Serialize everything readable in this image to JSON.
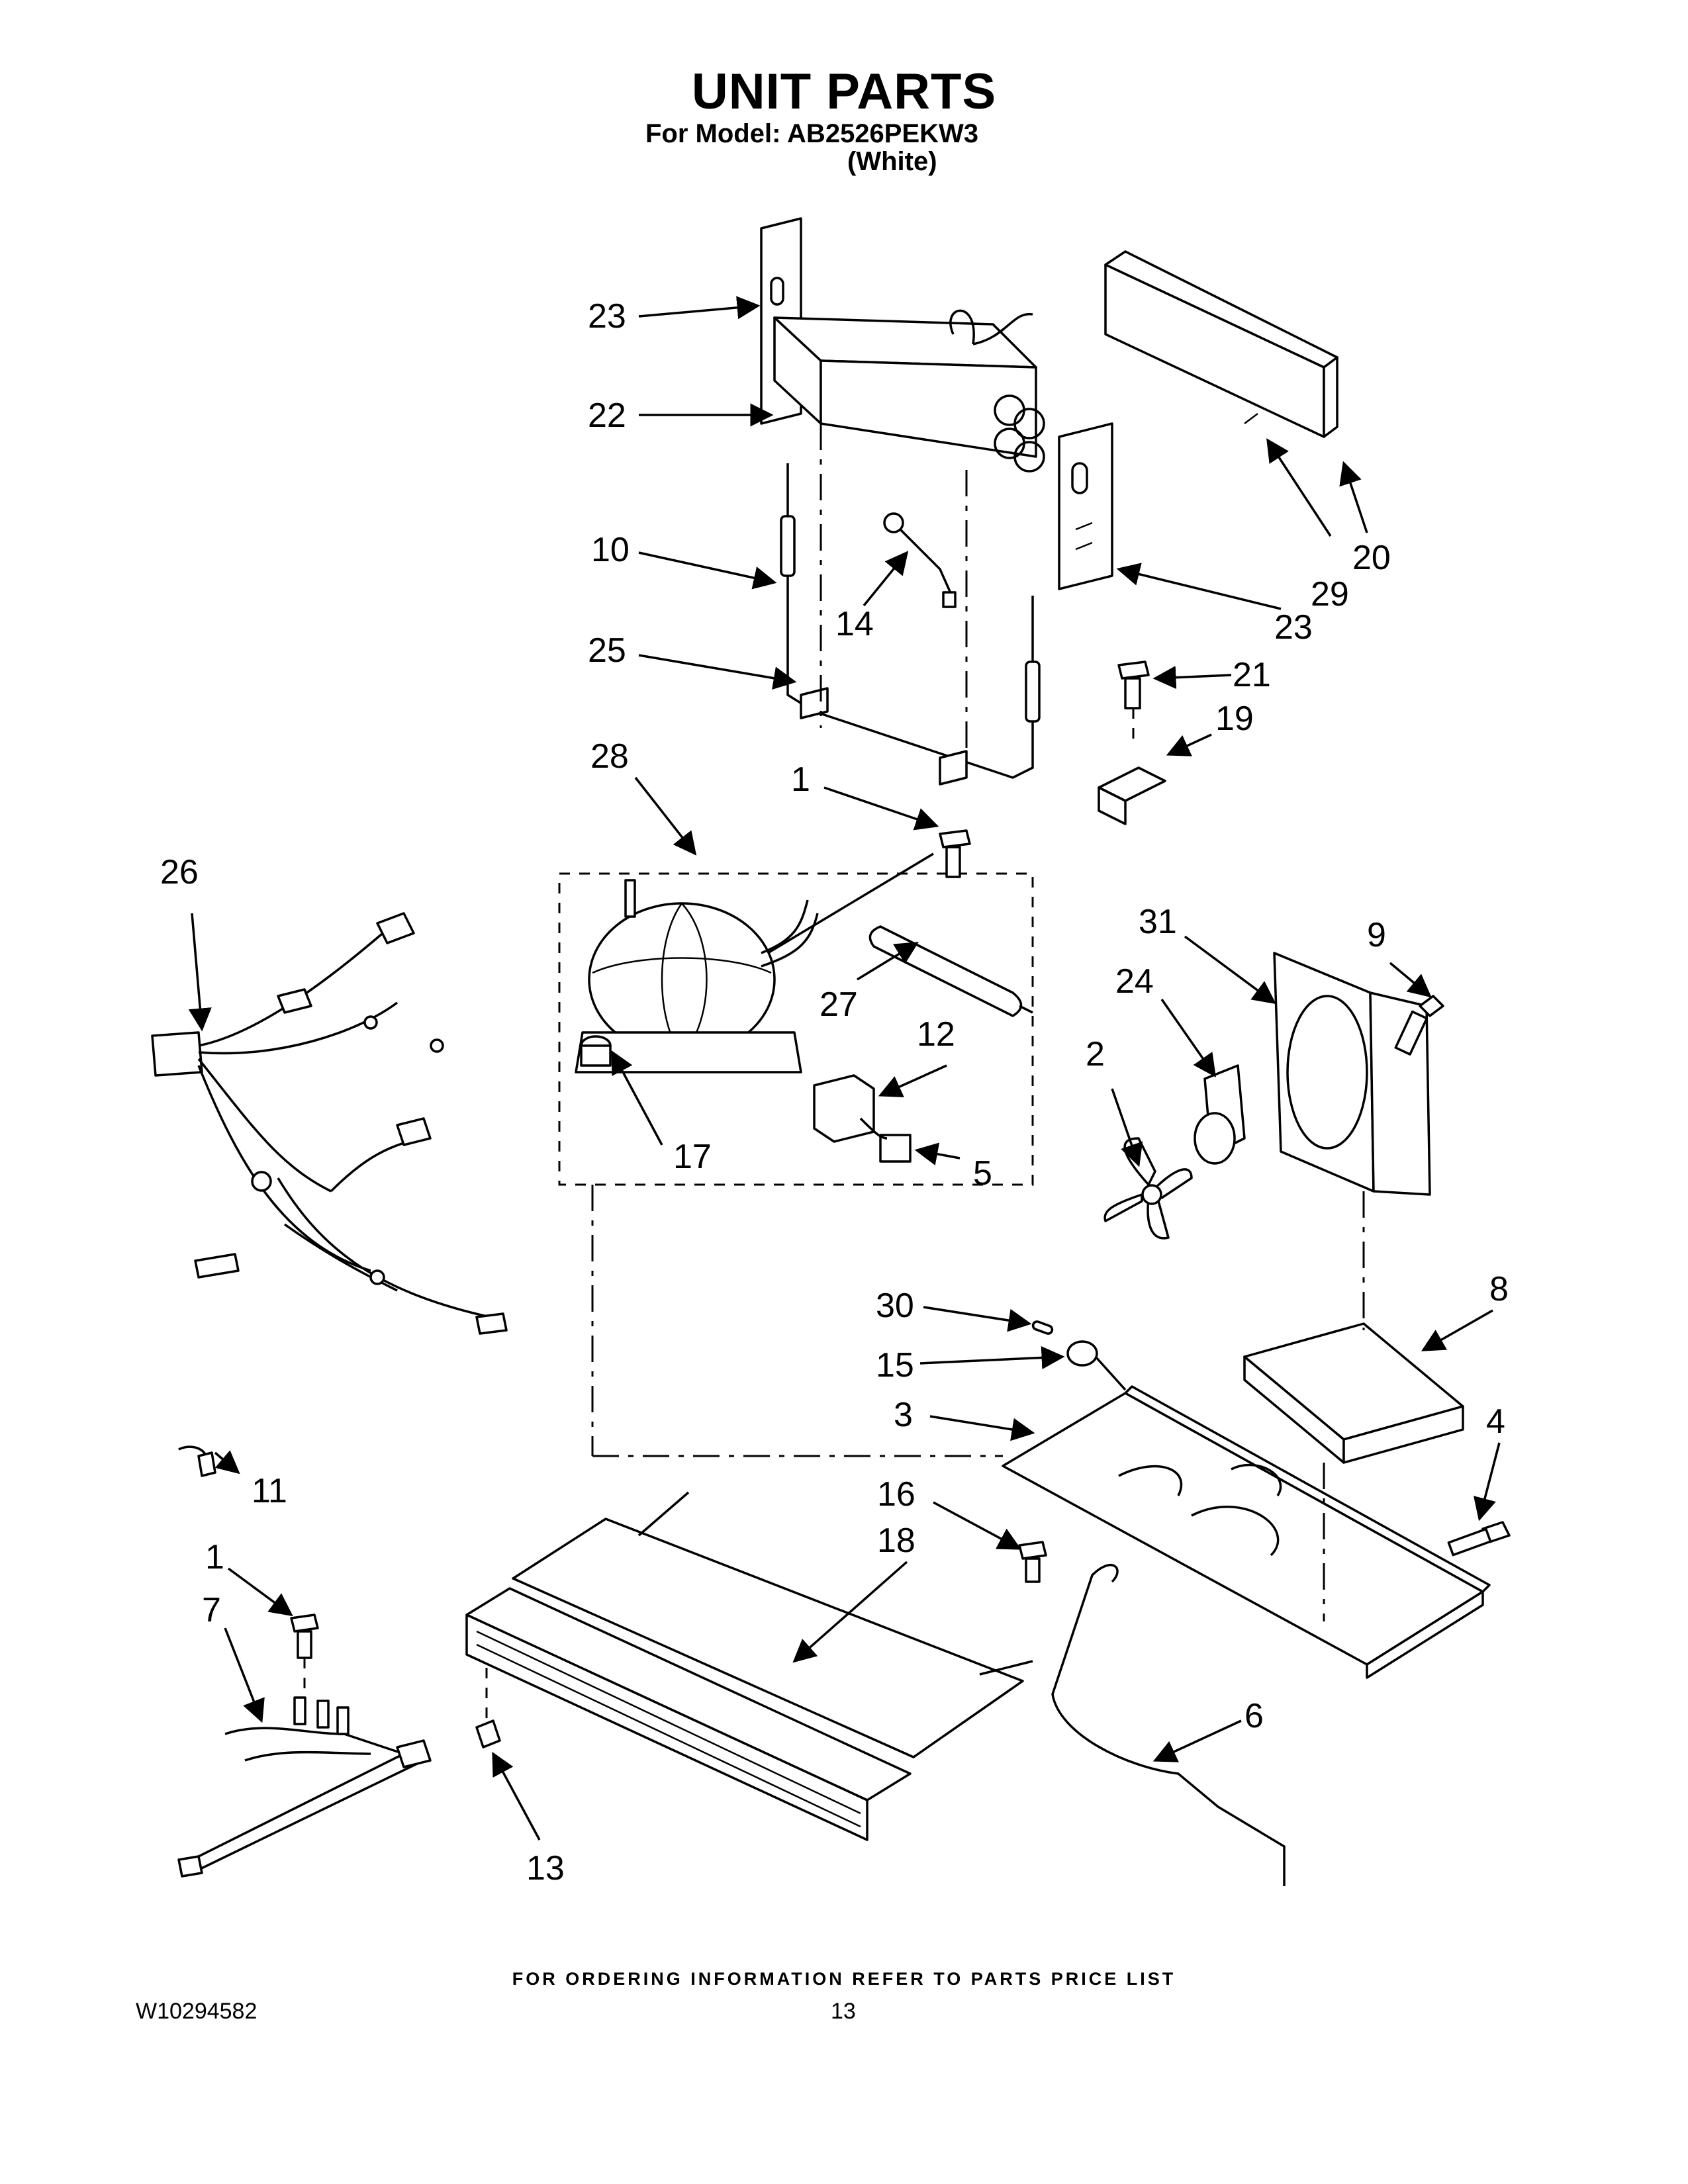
{
  "header": {
    "title": "UNIT PARTS",
    "model_line": "For Model: AB2526PEKW3",
    "color_line": "(White)"
  },
  "footer": {
    "ordering_note": "FOR ORDERING INFORMATION REFER TO PARTS PRICE LIST",
    "document_id": "W10294582",
    "page_number": "13"
  },
  "callouts": {
    "c23a": "23",
    "c22": "22",
    "c10": "10",
    "c14": "14",
    "c25": "25",
    "c23b": "23",
    "c29": "29",
    "c20": "20",
    "c21": "21",
    "c19": "19",
    "c28": "28",
    "c1a": "1",
    "c26": "26",
    "c27": "27",
    "c12": "12",
    "c17": "17",
    "c5": "5",
    "c31": "31",
    "c9": "9",
    "c24": "24",
    "c2": "2",
    "c30": "30",
    "c15": "15",
    "c8": "8",
    "c3": "3",
    "c4": "4",
    "c11": "11",
    "c16": "16",
    "c18": "18",
    "c1b": "1",
    "c7": "7",
    "c6": "6",
    "c13": "13"
  }
}
